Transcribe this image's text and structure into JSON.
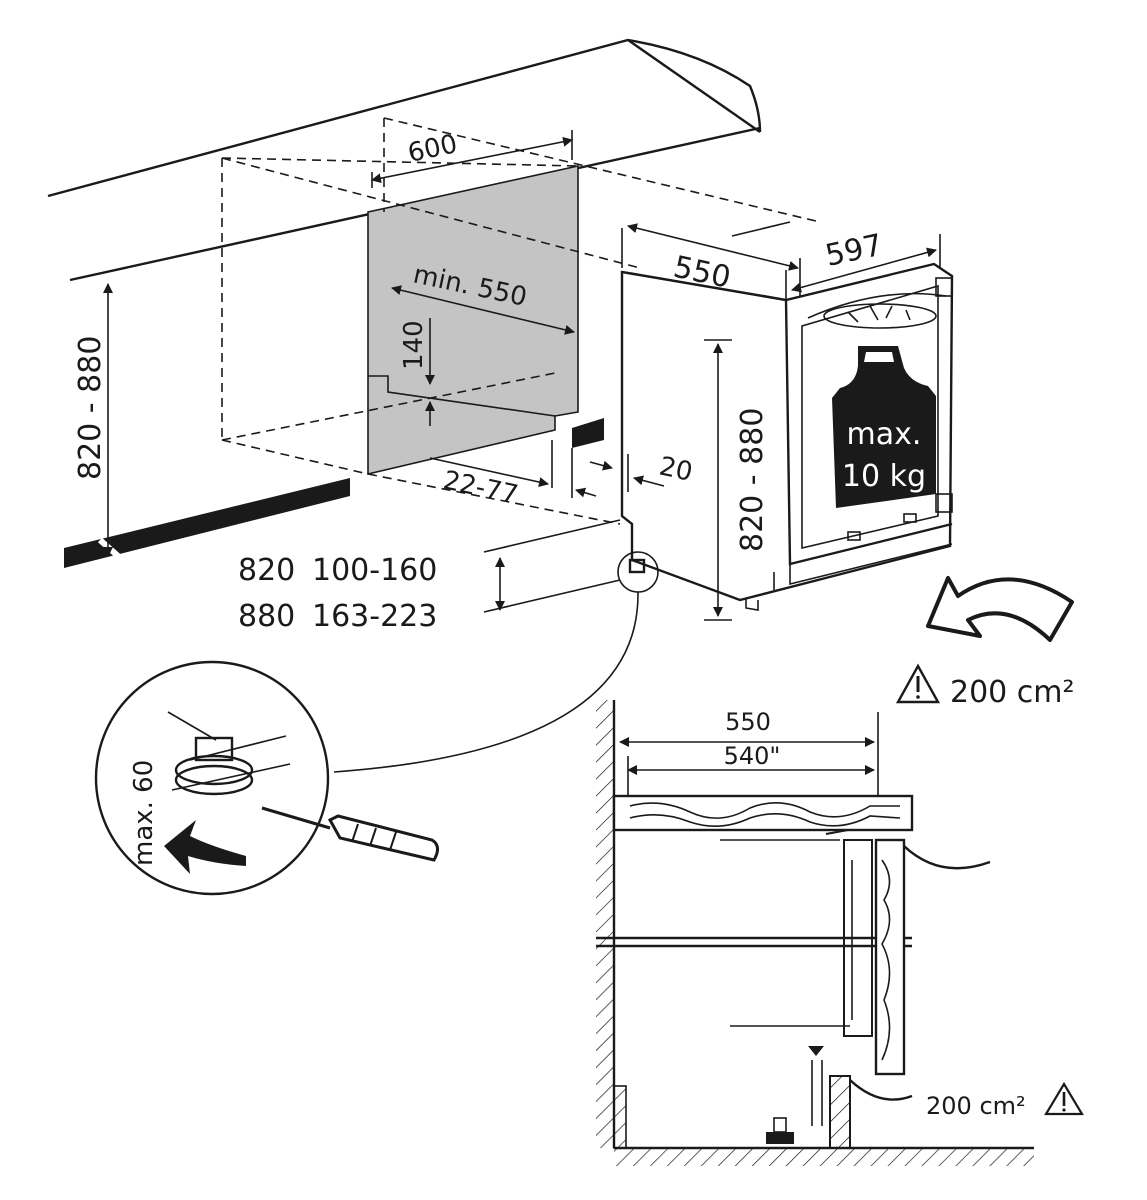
{
  "dimensions": {
    "cabinet_width": "600",
    "niche_depth_min": "min. 550",
    "height_left": "820 - 880",
    "recess_height": "140",
    "plinth_offset": "22-77",
    "plinth_gap": "20",
    "appliance_depth": "550",
    "appliance_width": "597",
    "appliance_height": "820 - 880"
  },
  "plinth_table": {
    "rows": [
      {
        "height": "820",
        "range": "100-160"
      },
      {
        "height": "880",
        "range": "163-223"
      }
    ]
  },
  "door_load": {
    "line1": "max.",
    "line2": "10 kg"
  },
  "foot_detail": {
    "adjust_label": "max. 60"
  },
  "ventilation": {
    "top_area": "200 cm²",
    "bottom_area": "200 cm²"
  },
  "section": {
    "depth_outer": "550",
    "depth_inner": "540\""
  }
}
